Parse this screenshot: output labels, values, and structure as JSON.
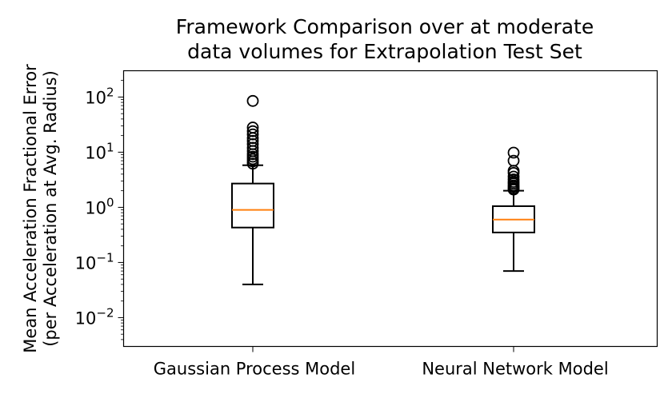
{
  "chart_data": {
    "type": "box",
    "title_lines": [
      "Framework Comparison over at moderate",
      "data volumes for Extrapolation Test Set"
    ],
    "xlabel": "",
    "ylabel_lines": [
      "Mean Acceleration Fractional Error",
      "(per Acceleration at Avg. Radius)"
    ],
    "yscale": "log",
    "ylim": [
      0.003,
      300
    ],
    "y_ticks": [
      {
        "value": 0.01,
        "base": "10",
        "exp": "−2"
      },
      {
        "value": 0.1,
        "base": "10",
        "exp": "−1"
      },
      {
        "value": 1,
        "base": "10",
        "exp": "0"
      },
      {
        "value": 10,
        "base": "10",
        "exp": "1"
      },
      {
        "value": 100,
        "base": "10",
        "exp": "2"
      }
    ],
    "categories": [
      "Gaussian Process Model",
      "Neural Network Model"
    ],
    "boxes": [
      {
        "category": "Gaussian Process Model",
        "whisker_low": 0.04,
        "q1": 0.43,
        "median": 0.9,
        "q3": 2.7,
        "whisker_high": 5.8,
        "outliers": [
          6.2,
          6.8,
          7.5,
          8.3,
          9.2,
          10.5,
          12,
          14,
          16,
          18,
          21,
          24,
          28,
          85
        ]
      },
      {
        "category": "Neural Network Model",
        "whisker_low": 0.07,
        "q1": 0.35,
        "median": 0.6,
        "q3": 1.05,
        "whisker_high": 2.0,
        "outliers": [
          2.1,
          2.2,
          2.35,
          2.5,
          2.7,
          2.9,
          3.2,
          3.6,
          4.2,
          4.6,
          7.0,
          9.8
        ]
      }
    ],
    "colors": {
      "box": "#000000",
      "median": "#ff7f0e",
      "outlier": "#000000",
      "background": "#ffffff"
    },
    "legend": "none",
    "grid": false
  }
}
